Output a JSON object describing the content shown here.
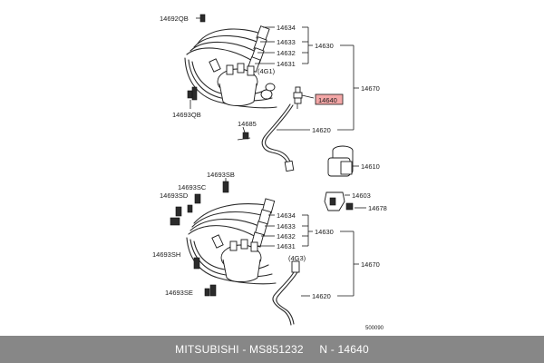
{
  "diagram": {
    "upper_labels": {
      "p14692qb": "14692QB",
      "p14634": "14634",
      "p14633": "14633",
      "p14632": "14632",
      "p14631": "14631",
      "p14630": "14630",
      "p4g1": "(4G1)",
      "p14640": "14640",
      "p14670": "14670",
      "p14693qb": "14693QB",
      "p14685": "14685",
      "p14620": "14620",
      "p14610": "14610"
    },
    "lower_labels": {
      "p14693sb": "14693SB",
      "p14693sc": "14693SC",
      "p14693sd": "14693SD",
      "p14603": "14603",
      "p14678": "14678",
      "p14634": "14634",
      "p14633": "14633",
      "p14632": "14632",
      "p14631": "14631",
      "p14630": "14630",
      "p14693sh": "14693SH",
      "p4g3": "(4G3)",
      "p14670": "14670",
      "p14693se": "14693SE",
      "p14620": "14620"
    },
    "figure_code": "500090",
    "highlight_color": "#f4a7a7"
  },
  "footer": {
    "caption": "MITSUBISHI - MS851232     N - 14640"
  }
}
